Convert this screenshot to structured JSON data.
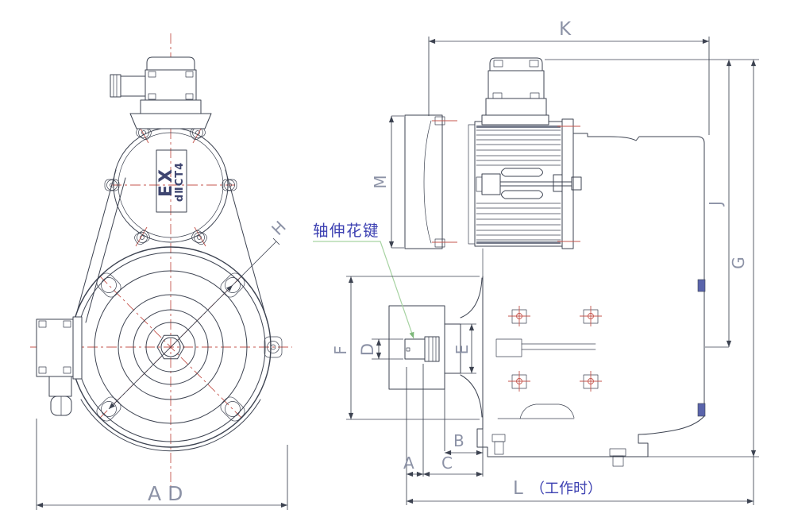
{
  "drawing_kind": "gearmotor-outline-dimension-drawing",
  "colors": {
    "line": "#3d4351",
    "centerline": "#c4544c",
    "leader": "#a7d3a2",
    "callout_text": "#3d41b2",
    "dim_text": "#868da2",
    "marking_text": "#3e4570",
    "seal": "#5a64ab"
  },
  "front_view": {
    "marking": {
      "line1": "EX",
      "line2": "dⅡCT4"
    },
    "dims": {
      "H": "H",
      "AD": "AD"
    }
  },
  "side_view": {
    "callout": "轴伸花键",
    "dims": {
      "K": "K",
      "M": "M",
      "J": "J",
      "G": "G",
      "F": "F",
      "D": "D",
      "E": "E",
      "A": "A",
      "B": "B",
      "C": "C"
    },
    "length_dim": {
      "letter": "L",
      "suffix": "（工作时）"
    }
  }
}
